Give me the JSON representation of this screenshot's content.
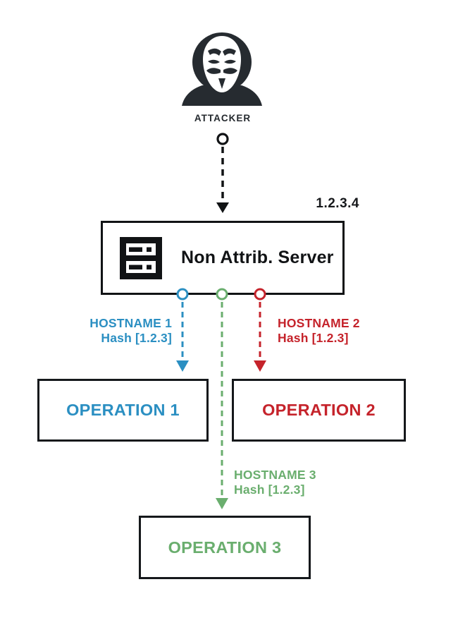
{
  "diagram": {
    "attacker": {
      "label": "ATTACKER",
      "icon": "anonymous-mask-icon"
    },
    "server": {
      "label": "Non Attrib. Server",
      "ip": "1.2.3.4",
      "icon": "server-icon"
    },
    "connections": [
      {
        "hostname": "HOSTNAME 1",
        "hash": "Hash [1.2.3]",
        "operation": "OPERATION 1",
        "color": "#2b8fc2"
      },
      {
        "hostname": "HOSTNAME 2",
        "hash": "Hash [1.2.3]",
        "operation": "OPERATION 2",
        "color": "#c5232b"
      },
      {
        "hostname": "HOSTNAME 3",
        "hash": "Hash [1.2.3]",
        "operation": "OPERATION 3",
        "color": "#6aae6e"
      }
    ],
    "colors": {
      "dark": "#15181b",
      "background": "#ffffff"
    }
  }
}
